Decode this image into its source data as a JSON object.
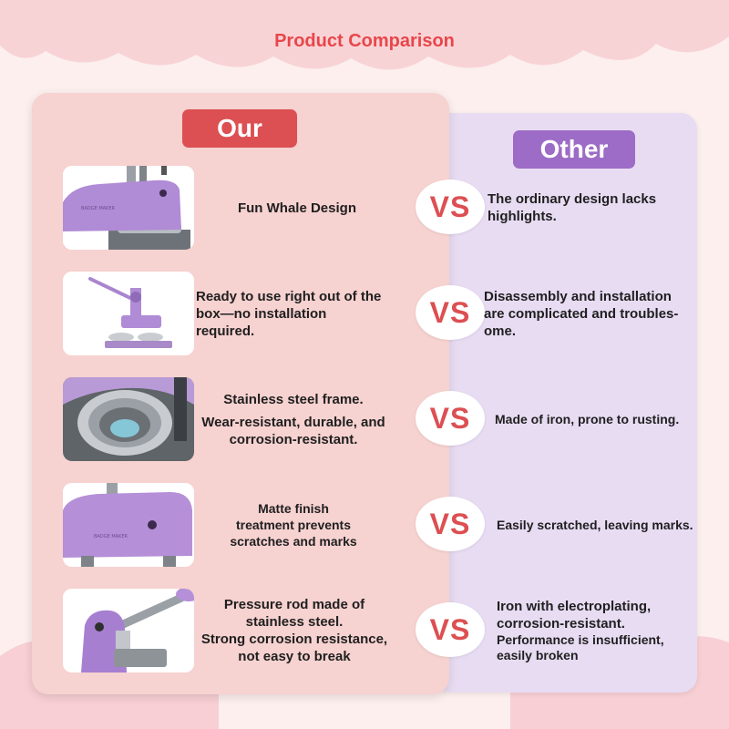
{
  "title": "Product Comparison",
  "badges": {
    "our": "Our",
    "other": "Other"
  },
  "colors": {
    "accent_red": "#dc4f52",
    "accent_purple": "#9d6cc6",
    "title_red": "#e8464a",
    "our_panel": "#f6d2d0",
    "other_panel": "#e8dcf3"
  },
  "rows": [
    {
      "image": "whale-press-side-icon",
      "our": [
        "Fun Whale Design"
      ],
      "vs": "VS",
      "other": [
        "The ordinary design lacks",
        "highlights."
      ]
    },
    {
      "image": "badge-machine-icon",
      "our": [
        "Ready to use right out of the",
        "box—no installation",
        "required."
      ],
      "vs": "VS",
      "other": [
        "Disassembly and installation",
        "are complicated and troubles-",
        "ome."
      ]
    },
    {
      "image": "steel-frame-icon",
      "our": [
        "Stainless steel frame.",
        "Wear-resistant, durable, and",
        "corrosion-resistant."
      ],
      "vs": "VS",
      "other": [
        "Made of iron, prone to rusting."
      ]
    },
    {
      "image": "matte-finish-icon",
      "our": [
        "Matte finish",
        "treatment prevents",
        "scratches and marks"
      ],
      "vs": "VS",
      "other": [
        "Easily scratched, leaving marks."
      ]
    },
    {
      "image": "pressure-rod-icon",
      "our": [
        "Pressure rod made of",
        "stainless steel.",
        "Strong corrosion resistance,",
        "not easy to break"
      ],
      "vs": "VS",
      "other": [
        "Iron with electroplating,",
        "corrosion-resistant."
      ],
      "other_sub": [
        "Performance is insufficient,",
        "easily broken"
      ]
    }
  ]
}
